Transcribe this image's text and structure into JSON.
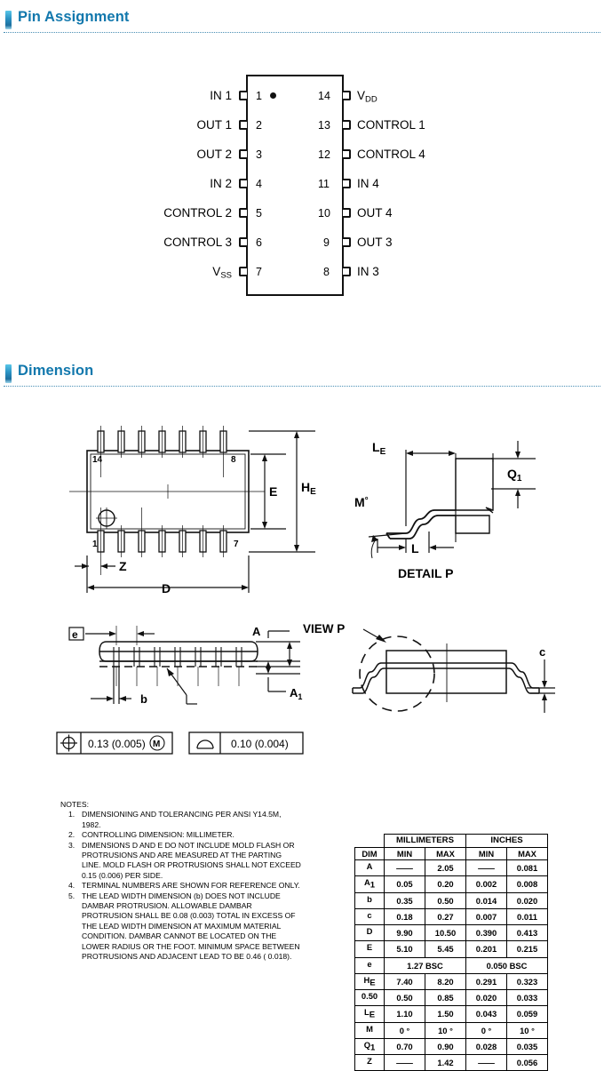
{
  "sections": [
    {
      "id": "pin-assignment",
      "title": "Pin Assignment"
    },
    {
      "id": "dimension",
      "title": "Dimension"
    }
  ],
  "accent_color": "#1278ad",
  "pin_assignment": {
    "package_marker": "pin1-dot",
    "left_pins": [
      {
        "num": "1",
        "name": "IN 1"
      },
      {
        "num": "2",
        "name": "OUT 1"
      },
      {
        "num": "3",
        "name": "OUT 2"
      },
      {
        "num": "4",
        "name": "IN 2"
      },
      {
        "num": "5",
        "name": "CONTROL 2"
      },
      {
        "num": "6",
        "name": "CONTROL 3"
      },
      {
        "num": "7",
        "name": "VSS",
        "base": "V",
        "subscript": "SS"
      }
    ],
    "right_pins": [
      {
        "num": "14",
        "name": "VDD",
        "base": "V",
        "subscript": "DD"
      },
      {
        "num": "13",
        "name": "CONTROL 1"
      },
      {
        "num": "12",
        "name": "CONTROL 4"
      },
      {
        "num": "11",
        "name": "IN 4"
      },
      {
        "num": "10",
        "name": "OUT 4"
      },
      {
        "num": "9",
        "name": "OUT 3"
      },
      {
        "num": "8",
        "name": "IN 3"
      }
    ]
  },
  "dimension": {
    "top_view": {
      "corner_labels": {
        "top_left": "14",
        "top_right": "8",
        "bottom_left": "1",
        "bottom_right": "7"
      },
      "dims": [
        {
          "label": "E"
        },
        {
          "label": "HE",
          "base": "H",
          "subscript": "E"
        },
        {
          "label": "D"
        },
        {
          "label": "Z"
        }
      ]
    },
    "detail_p": {
      "caption": "DETAIL P",
      "dims": [
        {
          "label": "LE",
          "base": "L",
          "subscript": "E"
        },
        {
          "label": "Q1",
          "base": "Q",
          "subscript": "1"
        },
        {
          "label": "M°",
          "base": "M",
          "superscript": "°"
        },
        {
          "label": "L"
        }
      ]
    },
    "side_view": {
      "dims": [
        {
          "label": "e"
        },
        {
          "label": "b"
        },
        {
          "label": "A"
        },
        {
          "label": "A1",
          "base": "A",
          "subscript": "1"
        }
      ],
      "feature_frames": [
        {
          "symbol": "position-icon",
          "value": "0.13 (0.005)",
          "modifier": "M"
        },
        {
          "symbol": "profile-icon",
          "value": "0.10 (0.004)",
          "modifier": ""
        }
      ]
    },
    "view_p": {
      "caption": "VIEW P",
      "dims": [
        {
          "label": "c"
        }
      ]
    },
    "notes": {
      "title": "NOTES:",
      "items": [
        {
          "num": "1.",
          "text": "DIMENSIONING AND TOLERANCING PER ANSI Y14.5M, 1982."
        },
        {
          "num": "2.",
          "text": "CONTROLLING DIMENSION: MILLIMETER."
        },
        {
          "num": "3.",
          "text": "DIMENSIONS D AND E DO NOT INCLUDE MOLD FLASH OR PROTRUSIONS AND ARE MEASURED AT THE PARTING LINE. MOLD FLASH OR PROTRUSIONS SHALL NOT EXCEED 0.15 (0.006) PER SIDE."
        },
        {
          "num": "4.",
          "text": "TERMINAL NUMBERS ARE SHOWN FOR REFERENCE ONLY."
        },
        {
          "num": "5.",
          "text": "THE LEAD WIDTH DIMENSION (b) DOES NOT INCLUDE DAMBAR PROTRUSION. ALLOWABLE DAMBAR PROTRUSION SHALL BE 0.08 (0.003) TOTAL IN EXCESS OF THE LEAD WIDTH DIMENSION AT MAXIMUM MATERIAL CONDITION. DAMBAR CANNOT BE LOCATED ON THE  LOWER RADIUS OR THE FOOT. MINIMUM SPACE BETWEEN PROTRUSIONS AND ADJACENT LEAD TO BE 0.46 ( 0.018)."
        }
      ]
    },
    "table": {
      "group_headers": [
        "MILLIMETERS",
        "INCHES"
      ],
      "columns": [
        "DIM",
        "MIN",
        "MAX",
        "MIN",
        "MAX"
      ],
      "rows": [
        {
          "dim": "A",
          "base": "A",
          "sub": "",
          "mm_min": "——",
          "mm_max": "2.05",
          "in_min": "——",
          "in_max": "0.081"
        },
        {
          "dim": "A1",
          "base": "A",
          "sub": "1",
          "mm_min": "0.05",
          "mm_max": "0.20",
          "in_min": "0.002",
          "in_max": "0.008"
        },
        {
          "dim": "b",
          "base": "b",
          "sub": "",
          "mm_min": "0.35",
          "mm_max": "0.50",
          "in_min": "0.014",
          "in_max": "0.020"
        },
        {
          "dim": "c",
          "base": "c",
          "sub": "",
          "mm_min": "0.18",
          "mm_max": "0.27",
          "in_min": "0.007",
          "in_max": "0.011"
        },
        {
          "dim": "D",
          "base": "D",
          "sub": "",
          "mm_min": "9.90",
          "mm_max": "10.50",
          "in_min": "0.390",
          "in_max": "0.413"
        },
        {
          "dim": "E",
          "base": "E",
          "sub": "",
          "mm_min": "5.10",
          "mm_max": "5.45",
          "in_min": "0.201",
          "in_max": "0.215"
        },
        {
          "dim": "e",
          "base": "e",
          "sub": "",
          "span": true,
          "mm_span": "1.27 BSC",
          "in_span": "0.050 BSC"
        },
        {
          "dim": "HE",
          "base": "H",
          "sub": "E",
          "mm_min": "7.40",
          "mm_max": "8.20",
          "in_min": "0.291",
          "in_max": "0.323"
        },
        {
          "dim": "0.50",
          "base": "0.50",
          "sub": "",
          "mm_min": "0.50",
          "mm_max": "0.85",
          "in_min": "0.020",
          "in_max": "0.033"
        },
        {
          "dim": "LE",
          "base": "L",
          "sub": "E",
          "mm_min": "1.10",
          "mm_max": "1.50",
          "in_min": "0.043",
          "in_max": "0.059"
        },
        {
          "dim": "M",
          "base": "M",
          "sub": "",
          "mm_min": "0 °",
          "mm_max": "10 °",
          "in_min": "0 °",
          "in_max": "10 °"
        },
        {
          "dim": "Q1",
          "base": "Q",
          "sub": "1",
          "mm_min": "0.70",
          "mm_max": "0.90",
          "in_min": "0.028",
          "in_max": "0.035"
        },
        {
          "dim": "Z",
          "base": "Z",
          "sub": "",
          "mm_min": "——",
          "mm_max": "1.42",
          "in_min": "——",
          "in_max": "0.056"
        }
      ]
    }
  }
}
